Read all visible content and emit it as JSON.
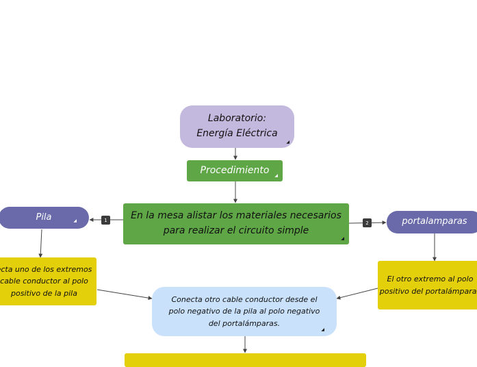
{
  "nodes": {
    "title": {
      "line1": "Laboratorio:",
      "line2": "Energía Eléctrica"
    },
    "procedure": {
      "label": "Procedimiento"
    },
    "main_step": {
      "line1": "En la mesa alistar los materiales necesarios",
      "line2": "para realizar el circuito simple"
    },
    "pila": {
      "label": "Pila"
    },
    "portalamparas": {
      "label": "portalamparas"
    },
    "left_note": {
      "line1": "ecta uno de los extremos",
      "line2": "cable conductor al polo",
      "line3": "positivo de la pila"
    },
    "right_note": {
      "line1": "El otro extremo al polo",
      "line2": "positivo del portalámparas"
    },
    "center_note": {
      "line1": "Conecta otro cable conductor desde el",
      "line2": "polo negativo de la pila al polo negativo",
      "line3": "del portalámparas."
    }
  },
  "badges": {
    "left": "1",
    "right": "2"
  },
  "colors": {
    "lavender": "#c3b8dd",
    "green": "#5ea646",
    "slate_blue": "#6a6aab",
    "yellow": "#e3cf0a",
    "light_blue": "#c9e1fb",
    "edge": "#444444"
  }
}
